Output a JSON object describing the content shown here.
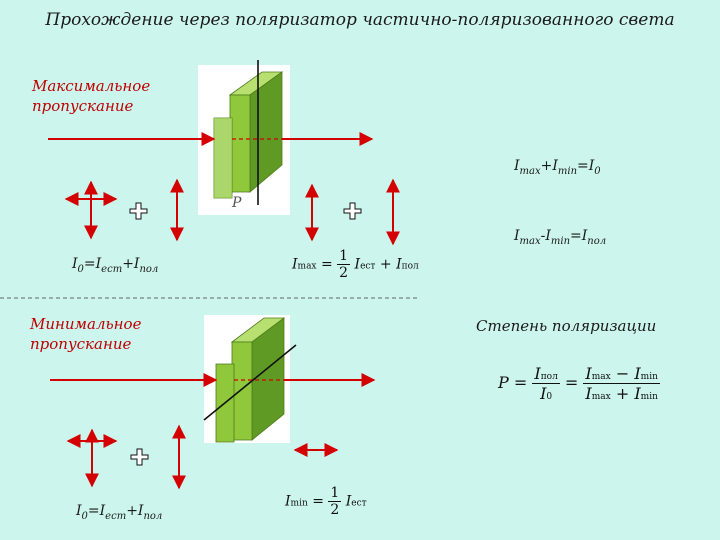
{
  "title": "Прохождение через поляризатор частично-поляризованного света",
  "sections": {
    "max": {
      "label_line1": "Максимальное",
      "label_line2": "пропускание"
    },
    "min": {
      "label_line1": "Минимальное",
      "label_line2": "пропускание"
    }
  },
  "polarizer_label": "P",
  "equations": {
    "sum": {
      "a": "I",
      "a_sub": "max",
      "plus": "+I",
      "b_sub": "min",
      "rhs": "=I",
      "rhs_sub": "0"
    },
    "diff": {
      "a": "I",
      "a_sub": "max",
      "minus": "-I",
      "b_sub": "min",
      "rhs": "=I",
      "rhs_sub": "пол"
    },
    "i0_top": {
      "a": "I",
      "a_sub": "0",
      "eq": "=I",
      "b_sub": "ест",
      "plus": "+I",
      "c_sub": "пол"
    },
    "i0_bottom": {
      "a": "I",
      "a_sub": "0",
      "eq": "=I",
      "b_sub": "ест",
      "plus": "+I",
      "c_sub": "пол"
    }
  },
  "degree_label": "Степень поляризации",
  "formulas": {
    "imax": {
      "lhs": "I",
      "lhs_sub": "max",
      "eq": "=",
      "num": "1",
      "den": "2",
      "term": "I",
      "term_sub": "ест",
      "plus": "+",
      "term2": "I",
      "term2_sub": "пол"
    },
    "imin": {
      "lhs": "I",
      "lhs_sub": "min",
      "eq": "=",
      "num": "1",
      "den": "2",
      "term": "I",
      "term_sub": "ест"
    },
    "p": {
      "lhs": "P",
      "eq": "=",
      "f1_num": "I",
      "f1_num_sub": "пол",
      "f1_den": "I",
      "f1_den_sub": "0",
      "eq2": "=",
      "f2_num_a": "I",
      "f2_num_a_sub": "max",
      "f2_num_op": "−",
      "f2_num_b": "I",
      "f2_num_b_sub": "min",
      "f2_den_a": "I",
      "f2_den_a_sub": "max",
      "f2_den_op": "+",
      "f2_den_b": "I",
      "f2_den_b_sub": "min"
    }
  },
  "colors": {
    "background": "#ccf5ee",
    "panel": "#ffffff",
    "arrow": "#d40000",
    "plate_front": "#8fc83a",
    "plate_side": "#5f9a24",
    "plate_top": "#b8e070",
    "axis_line": "#111111",
    "divider": "#666666"
  }
}
